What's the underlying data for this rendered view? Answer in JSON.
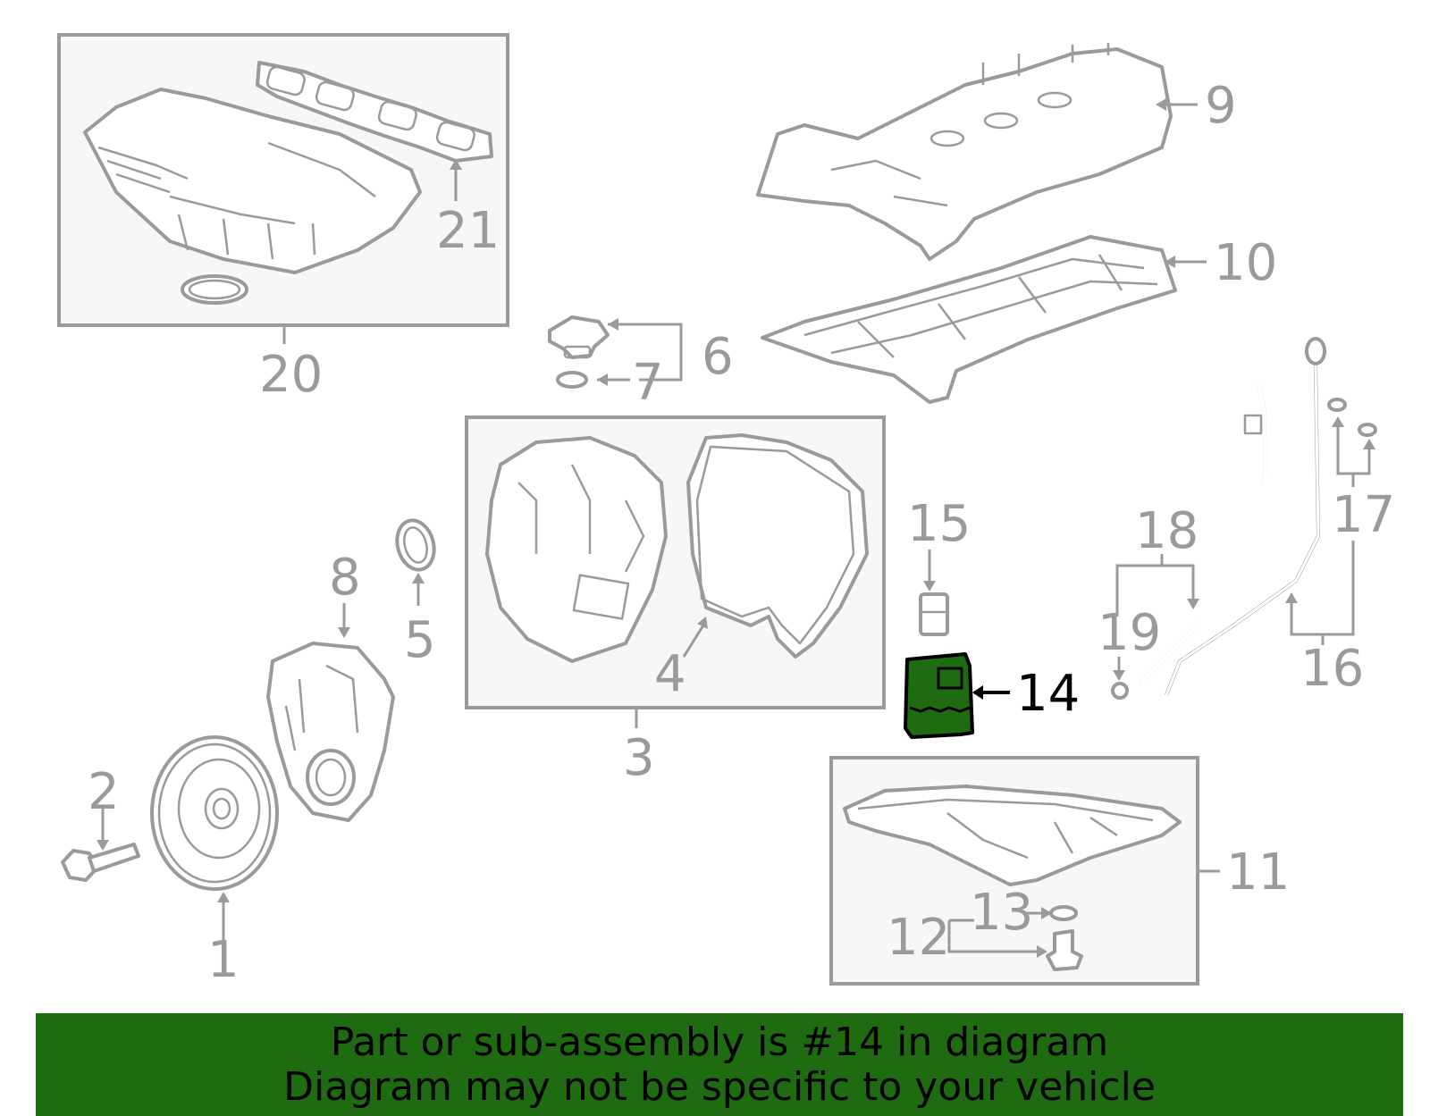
{
  "callouts": {
    "c1": "1",
    "c2": "2",
    "c3": "3",
    "c4": "4",
    "c5": "5",
    "c6": "6",
    "c7": "7",
    "c8": "8",
    "c9": "9",
    "c10": "10",
    "c11": "11",
    "c12": "12",
    "c13": "13",
    "c14": "14",
    "c15": "15",
    "c16": "16",
    "c17": "17",
    "c18": "18",
    "c19": "19",
    "c20": "20",
    "c21": "21"
  },
  "highlight": {
    "part_number": "14",
    "color": "#1e6b11"
  },
  "banner": {
    "line1": "Part or sub-assembly is #14 in diagram",
    "line2": "Diagram may not be specific to your vehicle",
    "color": "#1e6b11"
  }
}
